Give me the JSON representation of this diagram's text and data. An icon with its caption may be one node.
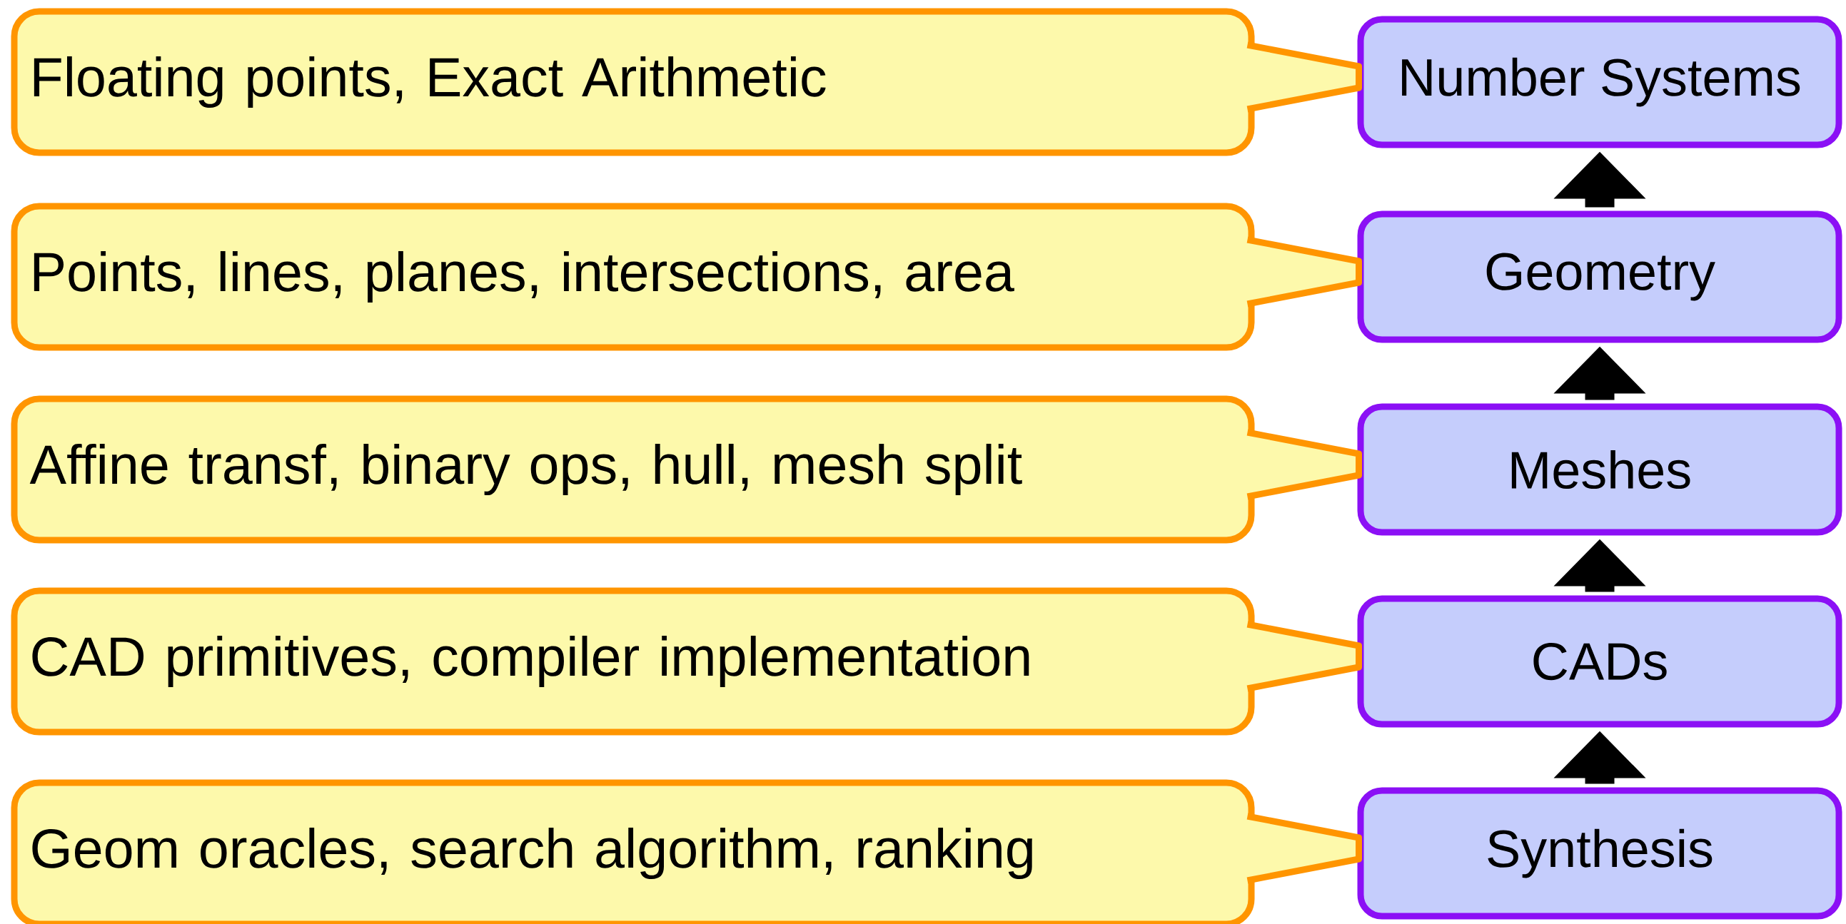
{
  "diagram": {
    "nodes": [
      {
        "text": [
          "Floating points, Exact Arithmetic"
        ]
      },
      {
        "text": [
          "Number Systems"
        ]
      },
      {
        "text": [
          "Points, lines, planes, intersections, area"
        ]
      },
      {
        "text": [
          "Geometry"
        ]
      },
      {
        "text": [
          "Affine transf, binary ops, hull, mesh split"
        ]
      },
      {
        "text": [
          "Meshes"
        ]
      },
      {
        "text": [
          "CAD primitives, compiler implementation"
        ]
      },
      {
        "text": [
          "CADs"
        ]
      },
      {
        "text": [
          "Geom oracles, search algorithm, ranking"
        ]
      },
      {
        "text": [
          "Synthesis"
        ]
      }
    ],
    "edges": [
      {
        "from": 0,
        "to": 1,
        "arrow": "none"
      },
      {
        "from": 2,
        "to": 3,
        "arrow": "none"
      },
      {
        "from": 4,
        "to": 5,
        "arrow": "none"
      },
      {
        "from": 6,
        "to": 7,
        "arrow": "none"
      },
      {
        "from": 8,
        "to": 9,
        "arrow": "none"
      },
      {
        "from": 3,
        "to": 1,
        "arrow": "to",
        "color": "#000000"
      },
      {
        "from": 5,
        "to": 3,
        "arrow": "to",
        "color": "#000000"
      },
      {
        "from": 7,
        "to": 5,
        "arrow": "to",
        "color": "#000000"
      },
      {
        "from": 9,
        "to": 7,
        "arrow": "to",
        "color": "#000000"
      }
    ]
  }
}
